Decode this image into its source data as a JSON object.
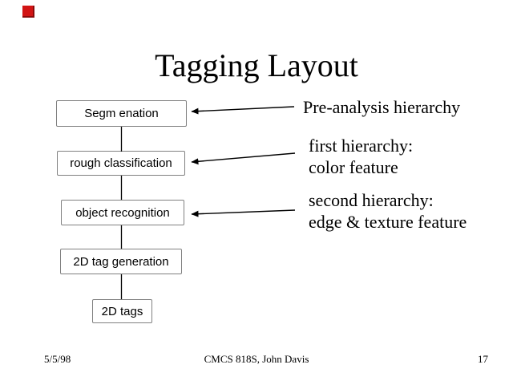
{
  "slide": {
    "title": "Tagging Layout",
    "flowchart": {
      "boxes": [
        {
          "label": "Segm enation"
        },
        {
          "label": "rough classification"
        },
        {
          "label": "object recognition"
        },
        {
          "label": "2D tag generation"
        },
        {
          "label": "2D tags"
        }
      ]
    },
    "annotations": [
      {
        "lines": [
          "Pre-analysis hierarchy"
        ]
      },
      {
        "lines": [
          "first hierarchy:",
          "color feature"
        ]
      },
      {
        "lines": [
          "second hierarchy:",
          "edge & texture feature"
        ]
      }
    ],
    "footer": {
      "date": "5/5/98",
      "center": "CMCS 818S, John Davis",
      "page": "17"
    },
    "colors": {
      "decoration_square": "#d21414",
      "box_border": "#808080",
      "text": "#000000",
      "background": "#ffffff"
    }
  }
}
